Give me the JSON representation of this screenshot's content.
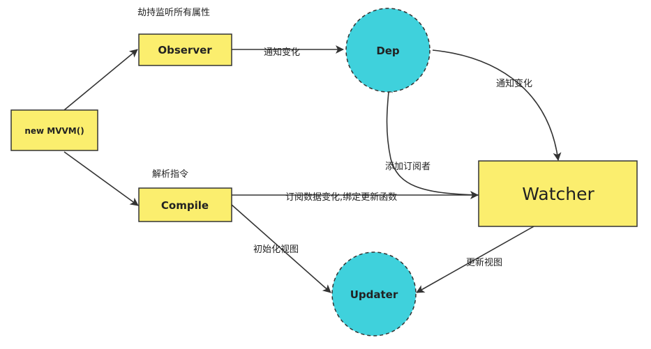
{
  "nodes": {
    "mvvm": "new MVVM()",
    "observer": "Observer",
    "compile": "Compile",
    "dep": "Dep",
    "watcher": "Watcher",
    "updater": "Updater"
  },
  "labels": {
    "observer_note": "劫持监听所有属性",
    "compile_note": "解析指令",
    "observer_to_dep": "通知变化",
    "dep_to_watcher": "通知变化",
    "watcher_to_dep": "添加订阅者",
    "compile_to_watcher": "订阅数据变化,绑定更新函数",
    "compile_to_updater": "初始化视图",
    "watcher_to_updater": "更新视图"
  },
  "colors": {
    "box_fill": "#fbee6e",
    "box_stroke": "#333333",
    "circle_fill": "#3fd1dc",
    "edge": "#333333"
  }
}
